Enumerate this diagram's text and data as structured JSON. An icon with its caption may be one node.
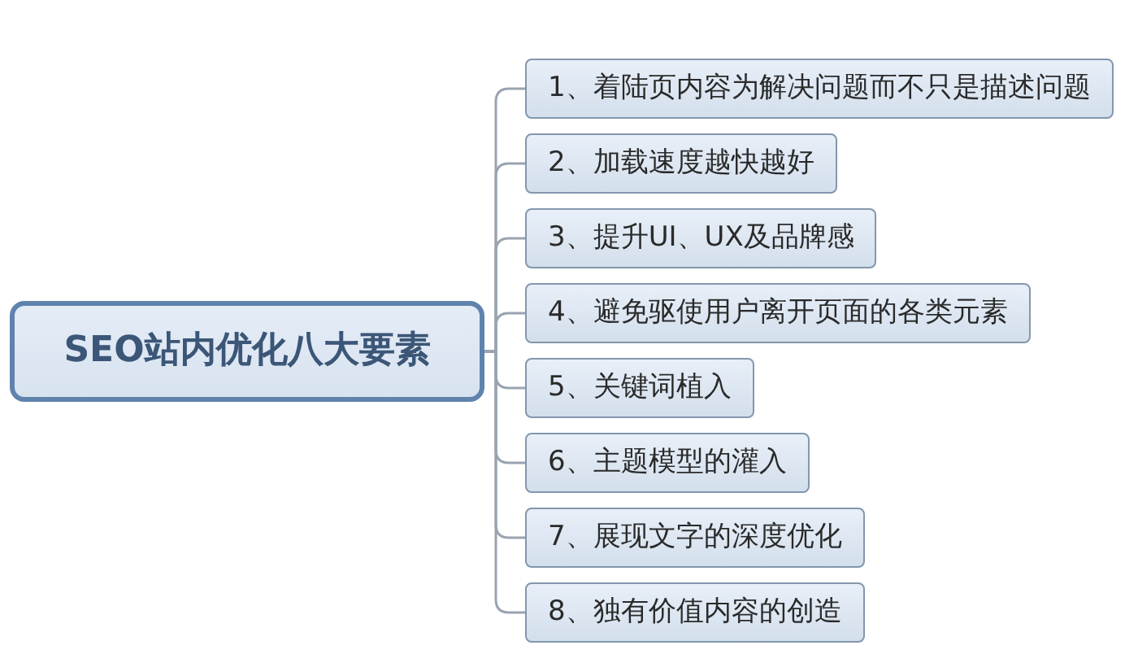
{
  "diagram": {
    "nodes": [
      {
        "text": [
          "SEO站内优化八大要素"
        ]
      },
      {
        "text": [
          "1、着陆页内容为解决问题而不只是描述问题"
        ]
      },
      {
        "text": [
          "2、加载速度越快越好"
        ]
      },
      {
        "text": [
          "3、提升UI、UX及品牌感"
        ]
      },
      {
        "text": [
          "4、避免驱使用户离开页面的各类元素"
        ]
      },
      {
        "text": [
          "5、关键词植入"
        ]
      },
      {
        "text": [
          "6、主题模型的灌入"
        ]
      },
      {
        "text": [
          "7、展现文字的深度优化"
        ]
      },
      {
        "text": [
          "8、独有价值内容的创造"
        ]
      }
    ],
    "edges": [
      {
        "from": 0,
        "to": 1,
        "arrow": "none"
      },
      {
        "from": 0,
        "to": 2,
        "arrow": "none"
      },
      {
        "from": 0,
        "to": 3,
        "arrow": "none"
      },
      {
        "from": 0,
        "to": 4,
        "arrow": "none"
      },
      {
        "from": 0,
        "to": 5,
        "arrow": "none"
      },
      {
        "from": 0,
        "to": 6,
        "arrow": "none"
      },
      {
        "from": 0,
        "to": 7,
        "arrow": "none"
      },
      {
        "from": 0,
        "to": 8,
        "arrow": "none"
      }
    ]
  }
}
